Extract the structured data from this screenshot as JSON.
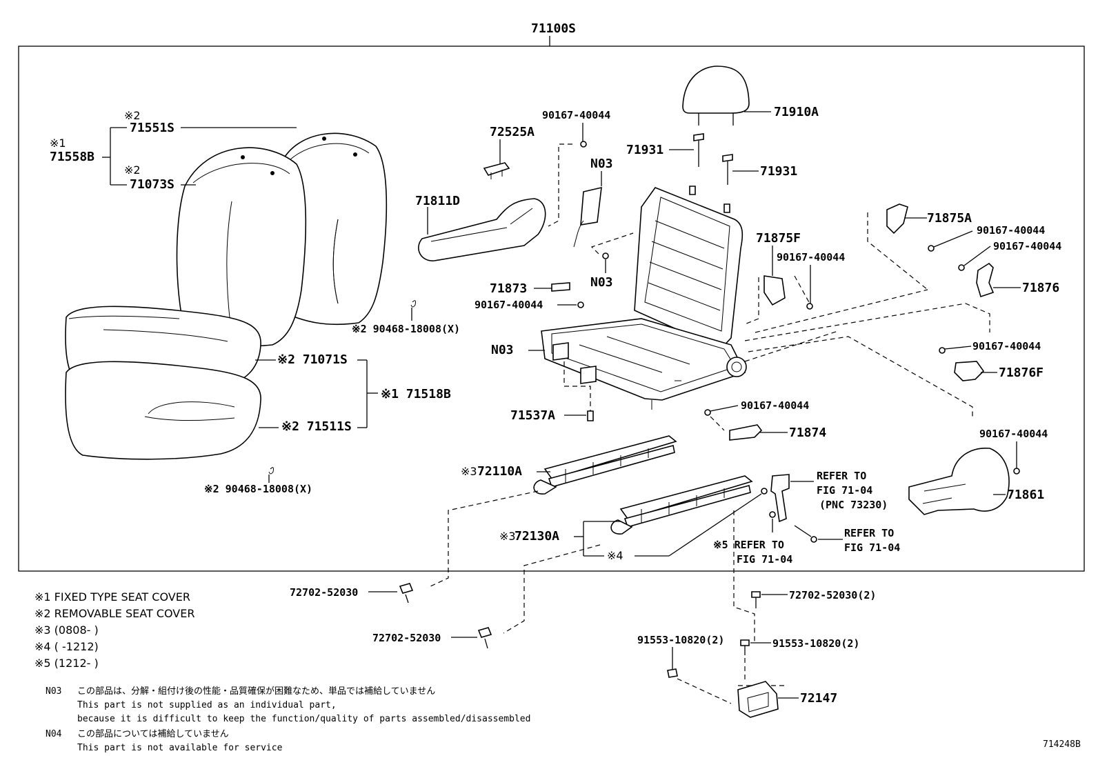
{
  "title": "71100S",
  "labels": {
    "p71551S": "71551S",
    "p71558B": "71558B",
    "p71073S": "71073S",
    "k1a": "※1",
    "k2a": "※2",
    "k2b": "※2",
    "p72525A": "72525A",
    "p71811D": "71811D",
    "p90167a": "90167-40044",
    "pN03a": "N03",
    "pN03b": "N03",
    "pN03c": "N03",
    "p71910A": "71910A",
    "p71931a": "71931",
    "p71931b": "71931",
    "p71875F": "71875F",
    "p71875A": "71875A",
    "p90167b": "90167-40044",
    "p90167c": "90167-40044",
    "p90167d": "90167-40044",
    "p71876": "71876",
    "p71873": "71873",
    "p90167e": "90167-40044",
    "p90468a": "※2 90468-18008(X)",
    "p71071S": "※2 71071S",
    "p71518B": "※1 71518B",
    "p71511S": "※2 71511S",
    "p90468b": "※2 90468-18008(X)",
    "p71537A": "71537A",
    "p90167f": "90167-40044",
    "p71876F": "71876F",
    "p90167g": "90167-40044",
    "p71874": "71874",
    "p90167h": "90167-40044",
    "p72110A": "※3 72110A",
    "p71861": "71861",
    "ref1a": "REFER TO",
    "ref1b": "FIG 71-04",
    "ref1c": "(PNC 73230)",
    "ref2a": "REFER TO",
    "ref2b": "FIG 71-04",
    "ref3a": "※5 REFER TO",
    "ref3b": "FIG 71-04",
    "p72130A": "※3 72130A",
    "k4": "※4",
    "p72702a": "72702-52030",
    "p72702b": "72702-52030",
    "p72702c": "72702-52030(2)",
    "p91553a": "91553-10820(2)",
    "p91553b": "91553-10820(2)",
    "p72147": "72147",
    "diagram_id": "714248B"
  },
  "legend": [
    "※1 FIXED TYPE SEAT COVER",
    "※2 REMOVABLE SEAT COVER",
    "※3 (0808-     )",
    "※4 (     -1212)",
    "※5 (1212-     )"
  ],
  "notes": {
    "n03_code": "N03",
    "n03_jp": "この部品は、分解・組付け後の性能・品質確保が困難なため、単品では補給していません",
    "n03_en1": "This part is not supplied as an individual part,",
    "n03_en2": "because it is difficult to keep the function/quality of parts assembled/disassembled",
    "n04_code": "N04",
    "n04_jp": "この部品については補給していません",
    "n04_en": "This part is not available for service"
  }
}
